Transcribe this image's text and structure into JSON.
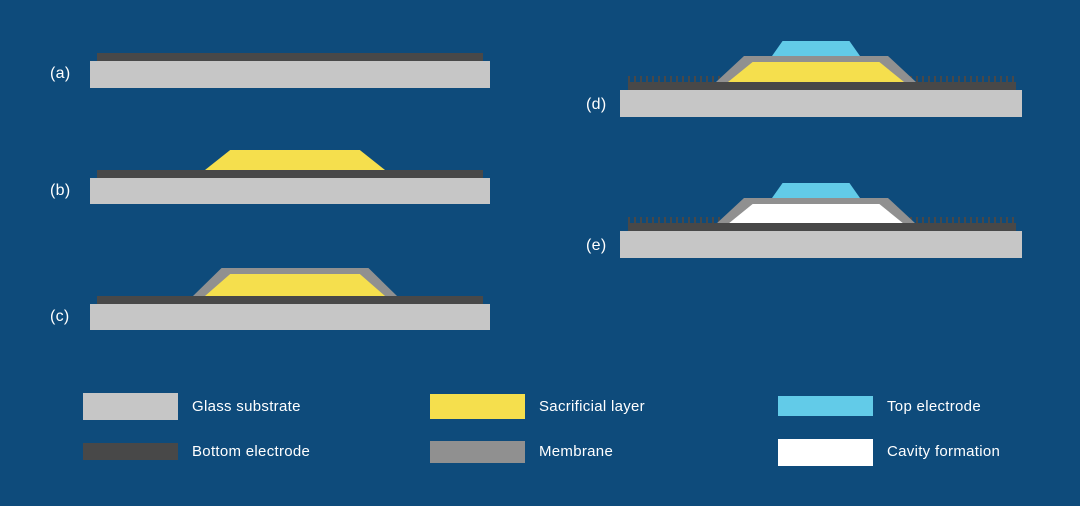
{
  "steps": [
    {
      "id": "a",
      "label": "(a)"
    },
    {
      "id": "b",
      "label": "(b)"
    },
    {
      "id": "c",
      "label": "(c)"
    },
    {
      "id": "d",
      "label": "(d)"
    },
    {
      "id": "e",
      "label": "(e)"
    }
  ],
  "legend": {
    "items": [
      {
        "label": "Glass substrate",
        "color_key": "glass"
      },
      {
        "label": "Bottom electrode",
        "color_key": "bottom_electrode"
      },
      {
        "label": "Sacrificial layer",
        "color_key": "sacrificial"
      },
      {
        "label": "Membrane",
        "color_key": "membrane"
      },
      {
        "label": "Top electrode",
        "color_key": "top_electrode"
      },
      {
        "label": "Cavity formation",
        "color_key": "cavity"
      }
    ]
  },
  "colors": {
    "background": "#0e4b7b",
    "glass": "#c6c6c6",
    "bottom_electrode": "#484848",
    "sacrificial": "#f5df4d",
    "membrane": "#909090",
    "top_electrode": "#62cbe8",
    "cavity": "#ffffff",
    "text": "#ffffff"
  }
}
